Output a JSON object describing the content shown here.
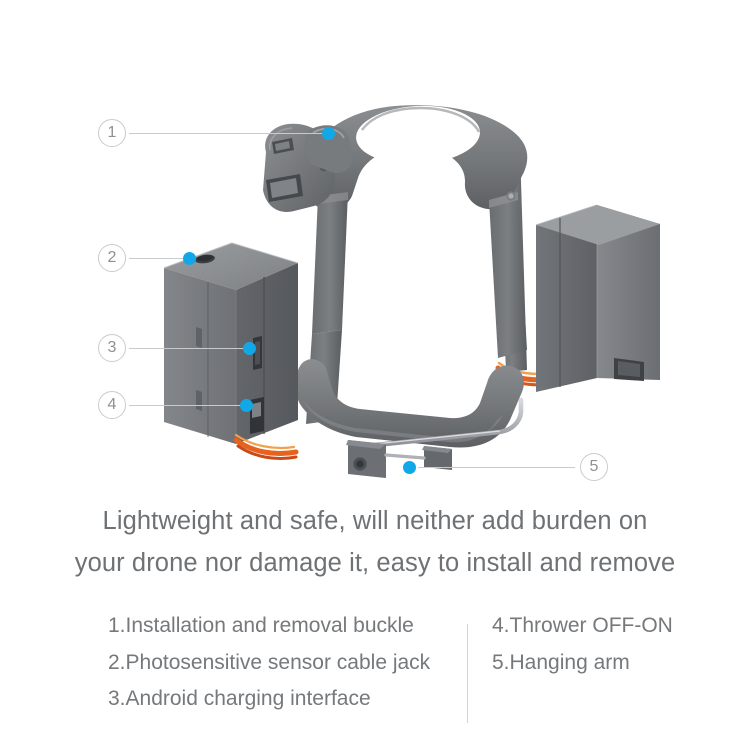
{
  "page": {
    "background_color": "#ffffff",
    "text_color": "#6e7275",
    "accent_color": "#12a8e8",
    "line_color": "#c8cbce"
  },
  "product": {
    "name": "drone-thrower-release-frame",
    "body_color": "#6f7275",
    "body_light": "#8e9194",
    "body_dark": "#55585b",
    "cable_color": "#e8621f",
    "metal_color": "#b9bcc0"
  },
  "callouts": [
    {
      "number": "1",
      "target": "Installation and removal buckle"
    },
    {
      "number": "2",
      "target": "Photosensitive sensor cable jack"
    },
    {
      "number": "3",
      "target": "Android charging interface"
    },
    {
      "number": "4",
      "target": "Thrower OFF-ON"
    },
    {
      "number": "5",
      "target": "Hanging arm"
    }
  ],
  "caption": {
    "line1": "Lightweight and safe, will neither add burden on",
    "line2": "your drone nor damage it, easy to install and remove"
  },
  "legend": {
    "left": [
      {
        "num": "1.",
        "label": "Installation and removal buckle"
      },
      {
        "num": "2.",
        "label": "Photosensitive sensor cable jack"
      },
      {
        "num": "3.",
        "label": "Android charging interface"
      }
    ],
    "right": [
      {
        "num": "4.",
        "label": "Thrower OFF-ON"
      },
      {
        "num": "5.",
        "label": "Hanging arm"
      }
    ]
  }
}
